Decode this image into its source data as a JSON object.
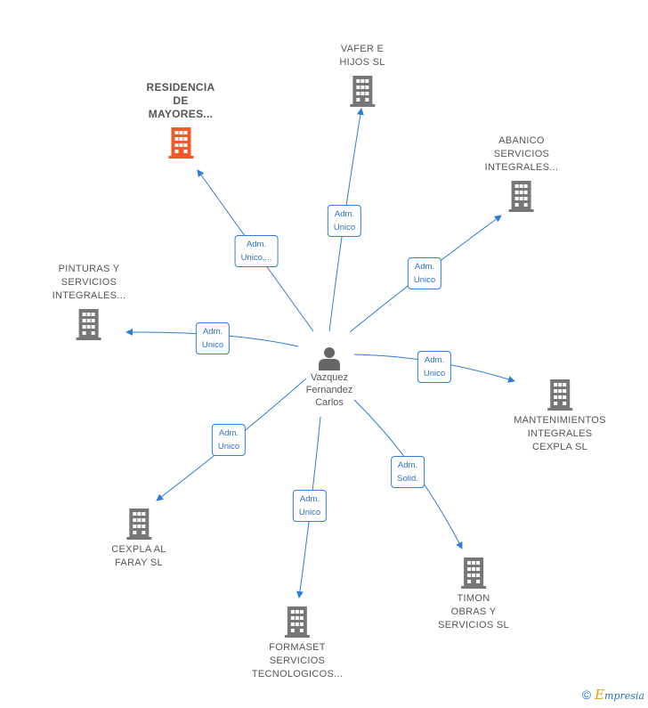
{
  "center": {
    "name": "Vazquez\nFernandez\nCarlos"
  },
  "companies": [
    {
      "id": "residencia",
      "name": "RESIDENCIA\nDE\nMAYORES...",
      "highlight": true
    },
    {
      "id": "vafer",
      "name": "VAFER E\nHIJOS SL",
      "highlight": false
    },
    {
      "id": "abanico",
      "name": "ABANICO\nSERVICIOS\nINTEGRALES...",
      "highlight": false
    },
    {
      "id": "pinturas",
      "name": "PINTURAS Y\nSERVICIOS\nINTEGRALES...",
      "highlight": false
    },
    {
      "id": "mantenimientos",
      "name": "MANTENIMIENTOS\nINTEGRALES\nCEXPLA  SL",
      "highlight": false
    },
    {
      "id": "cexpla-faray",
      "name": "CEXPLA AL\nFARAY SL",
      "highlight": false
    },
    {
      "id": "formaset",
      "name": "FORMASET\nSERVICIOS\nTECNOLOGICOS...",
      "highlight": false
    },
    {
      "id": "timon",
      "name": "TIMON\nOBRAS Y\nSERVICIOS  SL",
      "highlight": false
    }
  ],
  "relations": {
    "residencia": "Adm.\nUnico,...",
    "vafer": "Adm.\nUnico",
    "abanico": "Adm.\nUnico",
    "pinturas": "Adm.\nUnico",
    "mantenimientos": "Adm.\nUnico",
    "cexpla-faray": "Adm.\nUnico",
    "formaset": "Adm.\nUnico",
    "timon": "Adm.\nSolid."
  },
  "colors": {
    "edge": "#2f7bd9",
    "building": "#777777",
    "building_highlight": "#f05a28",
    "person": "#666666"
  },
  "footer": {
    "copyright": "©",
    "brand_initial": "E",
    "brand_rest": "mpresia"
  }
}
